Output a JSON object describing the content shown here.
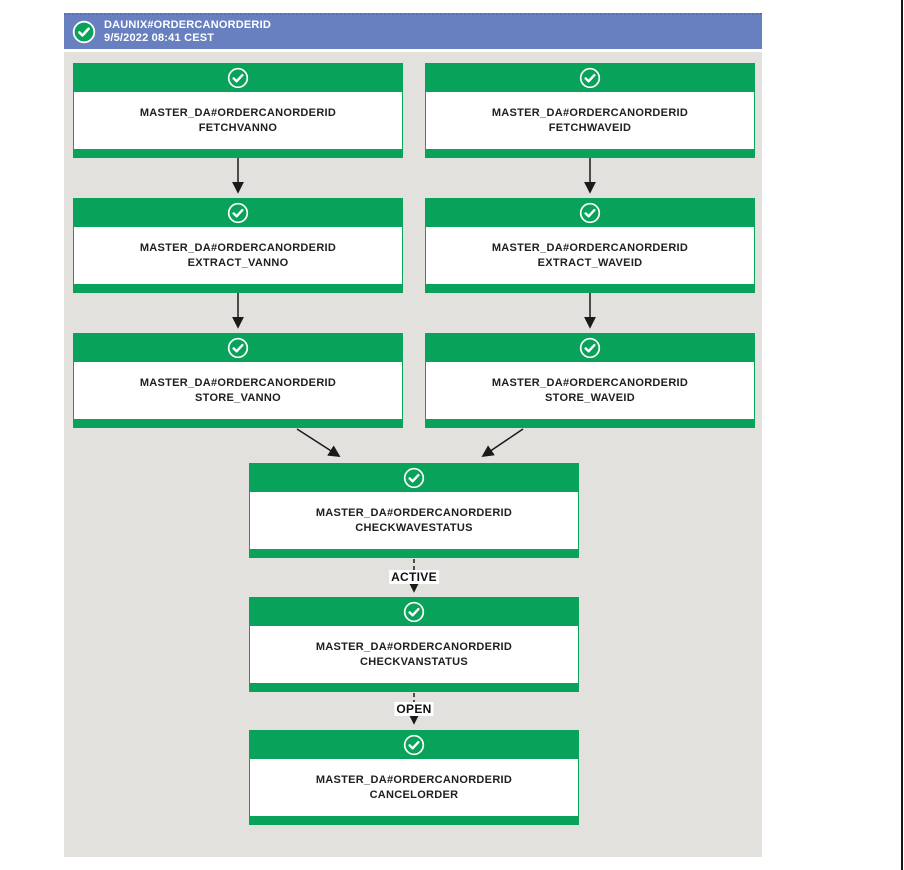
{
  "colors": {
    "green": "#08a25a",
    "header_blue": "#6980c0",
    "canvas_gray": "#e3e1dd",
    "arrow_black": "#1a1a1a"
  },
  "header": {
    "title": "DAUNIX#ORDERCANORDERID",
    "timestamp": "9/5/2022 08:41 CEST",
    "status_icon": "check-circle",
    "status": "completed"
  },
  "nodes": [
    {
      "line1": "MASTER_DA#ORDERCANORDERID",
      "line2": "FETCHVANNO",
      "status": "completed",
      "status_icon": "check-circle"
    },
    {
      "line1": "MASTER_DA#ORDERCANORDERID",
      "line2": "FETCHWAVEID",
      "status": "completed",
      "status_icon": "check-circle"
    },
    {
      "line1": "MASTER_DA#ORDERCANORDERID",
      "line2": "EXTRACT_VANNO",
      "status": "completed",
      "status_icon": "check-circle"
    },
    {
      "line1": "MASTER_DA#ORDERCANORDERID",
      "line2": "EXTRACT_WAVEID",
      "status": "completed",
      "status_icon": "check-circle"
    },
    {
      "line1": "MASTER_DA#ORDERCANORDERID",
      "line2": "STORE_VANNO",
      "status": "completed",
      "status_icon": "check-circle"
    },
    {
      "line1": "MASTER_DA#ORDERCANORDERID",
      "line2": "STORE_WAVEID",
      "status": "completed",
      "status_icon": "check-circle"
    },
    {
      "line1": "MASTER_DA#ORDERCANORDERID",
      "line2": "CHECKWAVESTATUS",
      "status": "completed",
      "status_icon": "check-circle"
    },
    {
      "line1": "MASTER_DA#ORDERCANORDERID",
      "line2": "CHECKVANSTATUS",
      "status": "completed",
      "status_icon": "check-circle"
    },
    {
      "line1": "MASTER_DA#ORDERCANORDERID",
      "line2": "CANCELORDER",
      "status": "completed",
      "status_icon": "check-circle"
    }
  ],
  "edges": {
    "active": {
      "label": "ACTIVE",
      "style": "dashed"
    },
    "open": {
      "label": "OPEN",
      "style": "dashed"
    }
  }
}
